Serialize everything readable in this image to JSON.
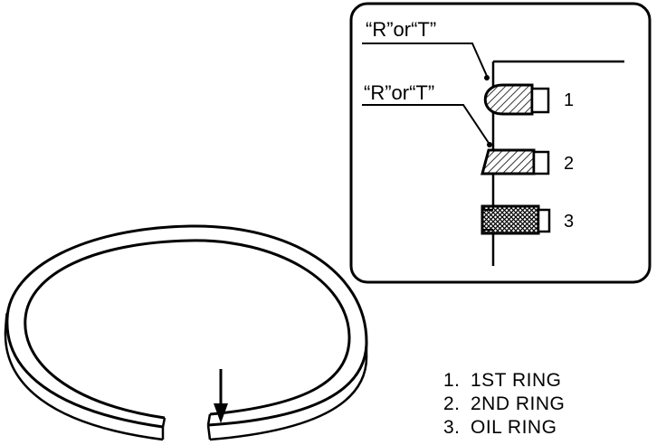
{
  "callouts": {
    "top_label": "“R”or“T”",
    "mid_label": "“R”or“T”"
  },
  "ring_numbers": [
    "1",
    "2",
    "3"
  ],
  "legend": [
    {
      "num": "1.",
      "text": "1ST RING"
    },
    {
      "num": "2.",
      "text": "2ND RING"
    },
    {
      "num": "3.",
      "text": "OIL RING"
    }
  ],
  "colors": {
    "line": "#000000",
    "background": "#ffffff"
  }
}
